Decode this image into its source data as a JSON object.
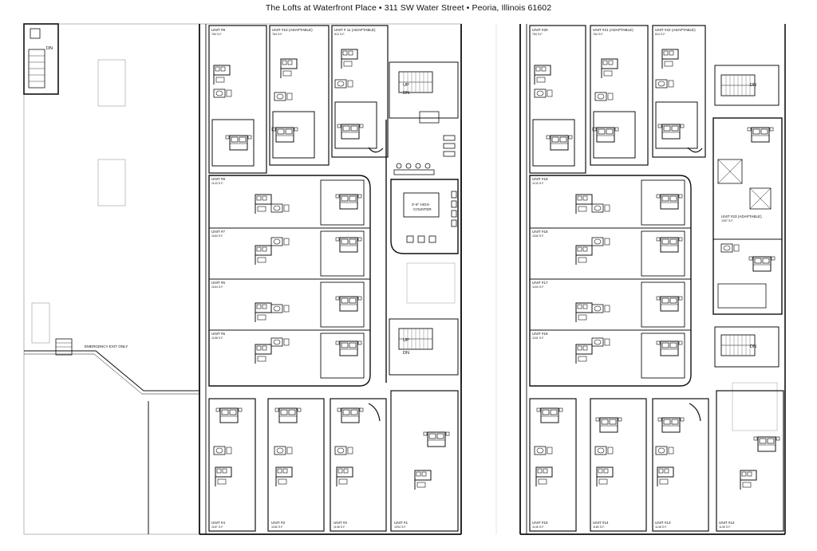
{
  "title": "The Lofts at Waterfront Place • 311 SW Water Street • Peoria, Illinois 61602",
  "left_plan": {
    "units": [
      {
        "name": "UNIT #9",
        "area": "784 S.F."
      },
      {
        "name": "UNIT #10 (ADAPTABLE)",
        "area": "784 S.F."
      },
      {
        "name": "UNIT # 11 (ADAPTABLE)",
        "area": "812 S.F."
      },
      {
        "name": "UNIT #8",
        "area": "1143 S.F."
      },
      {
        "name": "UNIT #7",
        "area": "1160 S.F."
      },
      {
        "name": "UNIT #6",
        "area": "1164 S.F."
      },
      {
        "name": "UNIT #5",
        "area": "1158 S.F."
      },
      {
        "name": "UNIT #4",
        "area": "1167 S.F."
      },
      {
        "name": "UNIT #3",
        "area": "1180 S.F."
      },
      {
        "name": "UNIT #2",
        "area": "1148 S.F."
      },
      {
        "name": "UNIT #1",
        "area": "1094 S.F."
      }
    ],
    "notes": {
      "counter_line1": "3'-6\" HIGH",
      "counter_line2": "COUNTER",
      "emergency": "EMERGENCY EXIT ONLY",
      "dn": "DN",
      "up": "UP"
    }
  },
  "right_plan": {
    "units": [
      {
        "name": "UNIT #20",
        "area": "784 S.F."
      },
      {
        "name": "UNIT #21 (ADAPTABLE)",
        "area": "784 S.F."
      },
      {
        "name": "UNIT #22 (ADAPTABLE)",
        "area": "814 S.F."
      },
      {
        "name": "UNIT #19",
        "area": "1143 S.F."
      },
      {
        "name": "UNIT #18",
        "area": "1160 S.F."
      },
      {
        "name": "UNIT #17",
        "area": "1163 S.F."
      },
      {
        "name": "UNIT #16",
        "area": "1161 S.F."
      },
      {
        "name": "UNIT #23 (ADAPTABLE)",
        "area": "1397 S.F."
      },
      {
        "name": "UNIT #15",
        "area": "1145 S.F."
      },
      {
        "name": "UNIT #14",
        "area": "1180 S.F."
      },
      {
        "name": "UNIT #13",
        "area": "1148 S.F."
      },
      {
        "name": "UNIT #12",
        "area": "1145 S.F."
      }
    ],
    "notes": {
      "dn": "DN"
    }
  }
}
